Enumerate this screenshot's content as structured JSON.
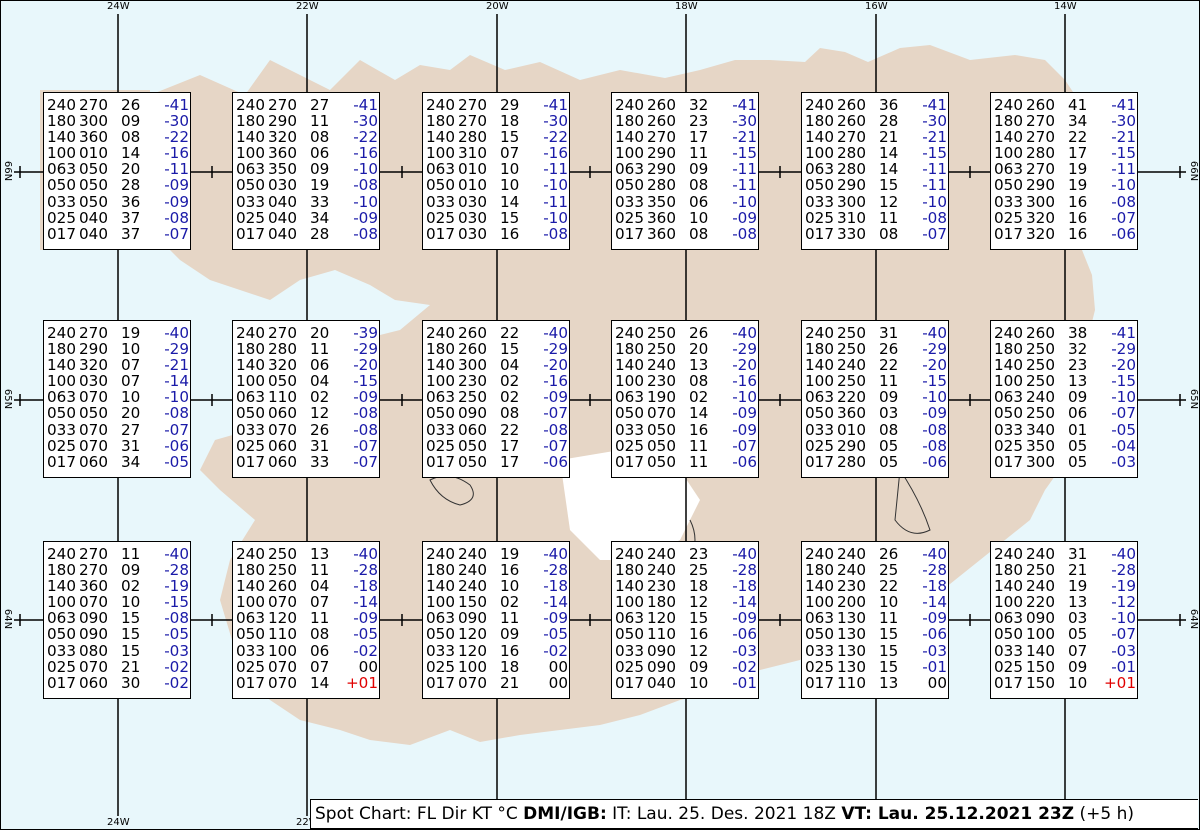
{
  "colors": {
    "sea": "#e8f7fb",
    "land": "#e6d6c6",
    "neg_temp": "#1a1aa8",
    "pos_temp": "#e00000"
  },
  "lon_labels": [
    "24W",
    "22W",
    "20W",
    "18W",
    "16W",
    "14W"
  ],
  "lat_labels": [
    "66N",
    "65N",
    "64N"
  ],
  "footer": {
    "prefix": "Spot Chart: FL Dir KT °C ",
    "source": "DMI/IGB:",
    "issue": " IT: Lau. 25. Des. 2021 18Z ",
    "valid": "VT: Lau. 25.12.2021 23Z",
    "offset": " (+5 h)"
  },
  "spots": [
    [
      [
        "240 270 26",
        "-41"
      ],
      [
        "180 300 09",
        "-30"
      ],
      [
        "140 360 08",
        "-22"
      ],
      [
        "100 010 14",
        "-16"
      ],
      [
        "063 050 20",
        "-11"
      ],
      [
        "050 050 28",
        "-09"
      ],
      [
        "033 050 36",
        "-09"
      ],
      [
        "025 040 37",
        "-08"
      ],
      [
        "017 040 37",
        "-07"
      ]
    ],
    [
      [
        "240 270 27",
        "-41"
      ],
      [
        "180 290 11",
        "-30"
      ],
      [
        "140 320 08",
        "-22"
      ],
      [
        "100 360 06",
        "-16"
      ],
      [
        "063 350 09",
        "-10"
      ],
      [
        "050 030 19",
        "-08"
      ],
      [
        "033 040 33",
        "-10"
      ],
      [
        "025 040 34",
        "-09"
      ],
      [
        "017 040 28",
        "-08"
      ]
    ],
    [
      [
        "240 270 29",
        "-41"
      ],
      [
        "180 270 18",
        "-30"
      ],
      [
        "140 280 15",
        "-22"
      ],
      [
        "100 310 07",
        "-16"
      ],
      [
        "063 010 10",
        "-11"
      ],
      [
        "050 010 10",
        "-10"
      ],
      [
        "033 030 14",
        "-11"
      ],
      [
        "025 030 15",
        "-10"
      ],
      [
        "017 030 16",
        "-08"
      ]
    ],
    [
      [
        "240 260 32",
        "-41"
      ],
      [
        "180 260 23",
        "-30"
      ],
      [
        "140 270 17",
        "-21"
      ],
      [
        "100 290 11",
        "-15"
      ],
      [
        "063 290 09",
        "-11"
      ],
      [
        "050 280 08",
        "-11"
      ],
      [
        "033 350 06",
        "-10"
      ],
      [
        "025 360 10",
        "-09"
      ],
      [
        "017 360 08",
        "-08"
      ]
    ],
    [
      [
        "240 260 36",
        "-41"
      ],
      [
        "180 260 28",
        "-30"
      ],
      [
        "140 270 21",
        "-21"
      ],
      [
        "100 280 14",
        "-15"
      ],
      [
        "063 280 14",
        "-11"
      ],
      [
        "050 290 15",
        "-11"
      ],
      [
        "033 300 12",
        "-10"
      ],
      [
        "025 310 11",
        "-08"
      ],
      [
        "017 330 08",
        "-07"
      ]
    ],
    [
      [
        "240 260 41",
        "-41"
      ],
      [
        "180 270 34",
        "-30"
      ],
      [
        "140 270 22",
        "-21"
      ],
      [
        "100 280 17",
        "-15"
      ],
      [
        "063 270 19",
        "-11"
      ],
      [
        "050 290 19",
        "-10"
      ],
      [
        "033 300 16",
        "-08"
      ],
      [
        "025 320 16",
        "-07"
      ],
      [
        "017 320 16",
        "-06"
      ]
    ],
    [
      [
        "240 270 19",
        "-40"
      ],
      [
        "180 290 10",
        "-29"
      ],
      [
        "140 320 07",
        "-21"
      ],
      [
        "100 030 07",
        "-14"
      ],
      [
        "063 070 10",
        "-10"
      ],
      [
        "050 050 20",
        "-08"
      ],
      [
        "033 070 27",
        "-07"
      ],
      [
        "025 070 31",
        "-06"
      ],
      [
        "017 060 34",
        "-05"
      ]
    ],
    [
      [
        "240 270 20",
        "-39"
      ],
      [
        "180 280 11",
        "-29"
      ],
      [
        "140 320 06",
        "-20"
      ],
      [
        "100 050 04",
        "-15"
      ],
      [
        "063 110 02",
        "-09"
      ],
      [
        "050 060 12",
        "-08"
      ],
      [
        "033 070 26",
        "-08"
      ],
      [
        "025 060 31",
        "-07"
      ],
      [
        "017 060 33",
        "-07"
      ]
    ],
    [
      [
        "240 260 22",
        "-40"
      ],
      [
        "180 260 15",
        "-29"
      ],
      [
        "140 300 04",
        "-20"
      ],
      [
        "100 230 02",
        "-16"
      ],
      [
        "063 250 02",
        "-09"
      ],
      [
        "050 090 08",
        "-07"
      ],
      [
        "033 060 22",
        "-08"
      ],
      [
        "025 050 17",
        "-07"
      ],
      [
        "017 050 17",
        "-06"
      ]
    ],
    [
      [
        "240 250 26",
        "-40"
      ],
      [
        "180 250 20",
        "-29"
      ],
      [
        "140 240 13",
        "-20"
      ],
      [
        "100 230 08",
        "-16"
      ],
      [
        "063 190 02",
        "-10"
      ],
      [
        "050 070 14",
        "-09"
      ],
      [
        "033 050 16",
        "-09"
      ],
      [
        "025 050 11",
        "-07"
      ],
      [
        "017 050 11",
        "-06"
      ]
    ],
    [
      [
        "240 250 31",
        "-40"
      ],
      [
        "180 250 26",
        "-29"
      ],
      [
        "140 240 22",
        "-20"
      ],
      [
        "100 250 11",
        "-15"
      ],
      [
        "063 220 09",
        "-10"
      ],
      [
        "050 360 03",
        "-09"
      ],
      [
        "033 010 08",
        "-08"
      ],
      [
        "025 290 05",
        "-08"
      ],
      [
        "017 280 05",
        "-06"
      ]
    ],
    [
      [
        "240 260 38",
        "-41"
      ],
      [
        "180 250 32",
        "-29"
      ],
      [
        "140 250 23",
        "-20"
      ],
      [
        "100 250 13",
        "-15"
      ],
      [
        "063 240 09",
        "-10"
      ],
      [
        "050 250 06",
        "-07"
      ],
      [
        "033 340 01",
        "-05"
      ],
      [
        "025 350 05",
        "-04"
      ],
      [
        "017 300 05",
        "-03"
      ]
    ],
    [
      [
        "240 270 11",
        "-40"
      ],
      [
        "180 270 09",
        "-28"
      ],
      [
        "140 360 02",
        "-19"
      ],
      [
        "100 070 10",
        "-15"
      ],
      [
        "063 090 15",
        "-08"
      ],
      [
        "050 090 15",
        "-05"
      ],
      [
        "033 080 15",
        "-03"
      ],
      [
        "025 070 21",
        "-02"
      ],
      [
        "017 060 30",
        "-02"
      ]
    ],
    [
      [
        "240 250 13",
        "-40"
      ],
      [
        "180 250 11",
        "-28"
      ],
      [
        "140 260 04",
        "-18"
      ],
      [
        "100 070 07",
        "-14"
      ],
      [
        "063 120 11",
        "-09"
      ],
      [
        "050 110 08",
        "-05"
      ],
      [
        "033 100 06",
        "-02"
      ],
      [
        "025 070 07",
        "00"
      ],
      [
        "017 070 14",
        "+01"
      ]
    ],
    [
      [
        "240 240 19",
        "-40"
      ],
      [
        "180 240 16",
        "-28"
      ],
      [
        "140 240 10",
        "-18"
      ],
      [
        "100 150 02",
        "-14"
      ],
      [
        "063 090 11",
        "-09"
      ],
      [
        "050 120 09",
        "-05"
      ],
      [
        "033 120 16",
        "-02"
      ],
      [
        "025 100 18",
        "00"
      ],
      [
        "017 070 21",
        "00"
      ]
    ],
    [
      [
        "240 240 23",
        "-40"
      ],
      [
        "180 240 25",
        "-28"
      ],
      [
        "140 230 18",
        "-18"
      ],
      [
        "100 180 12",
        "-14"
      ],
      [
        "063 120 15",
        "-09"
      ],
      [
        "050 110 16",
        "-06"
      ],
      [
        "033 090 12",
        "-03"
      ],
      [
        "025 090 09",
        "-02"
      ],
      [
        "017 040 10",
        "-01"
      ]
    ],
    [
      [
        "240 240 26",
        "-40"
      ],
      [
        "180 240 25",
        "-28"
      ],
      [
        "140 230 22",
        "-18"
      ],
      [
        "100 200 10",
        "-14"
      ],
      [
        "063 130 11",
        "-09"
      ],
      [
        "050 130 15",
        "-06"
      ],
      [
        "033 130 15",
        "-03"
      ],
      [
        "025 130 15",
        "-01"
      ],
      [
        "017 110 13",
        "00"
      ]
    ],
    [
      [
        "240 240 31",
        "-40"
      ],
      [
        "180 250 21",
        "-28"
      ],
      [
        "140 240 19",
        "-19"
      ],
      [
        "100 220 13",
        "-12"
      ],
      [
        "063 090 03",
        "-10"
      ],
      [
        "050 100 05",
        "-07"
      ],
      [
        "033 140 07",
        "-03"
      ],
      [
        "025 150 09",
        "-01"
      ],
      [
        "017 150 10",
        "+01"
      ]
    ]
  ]
}
